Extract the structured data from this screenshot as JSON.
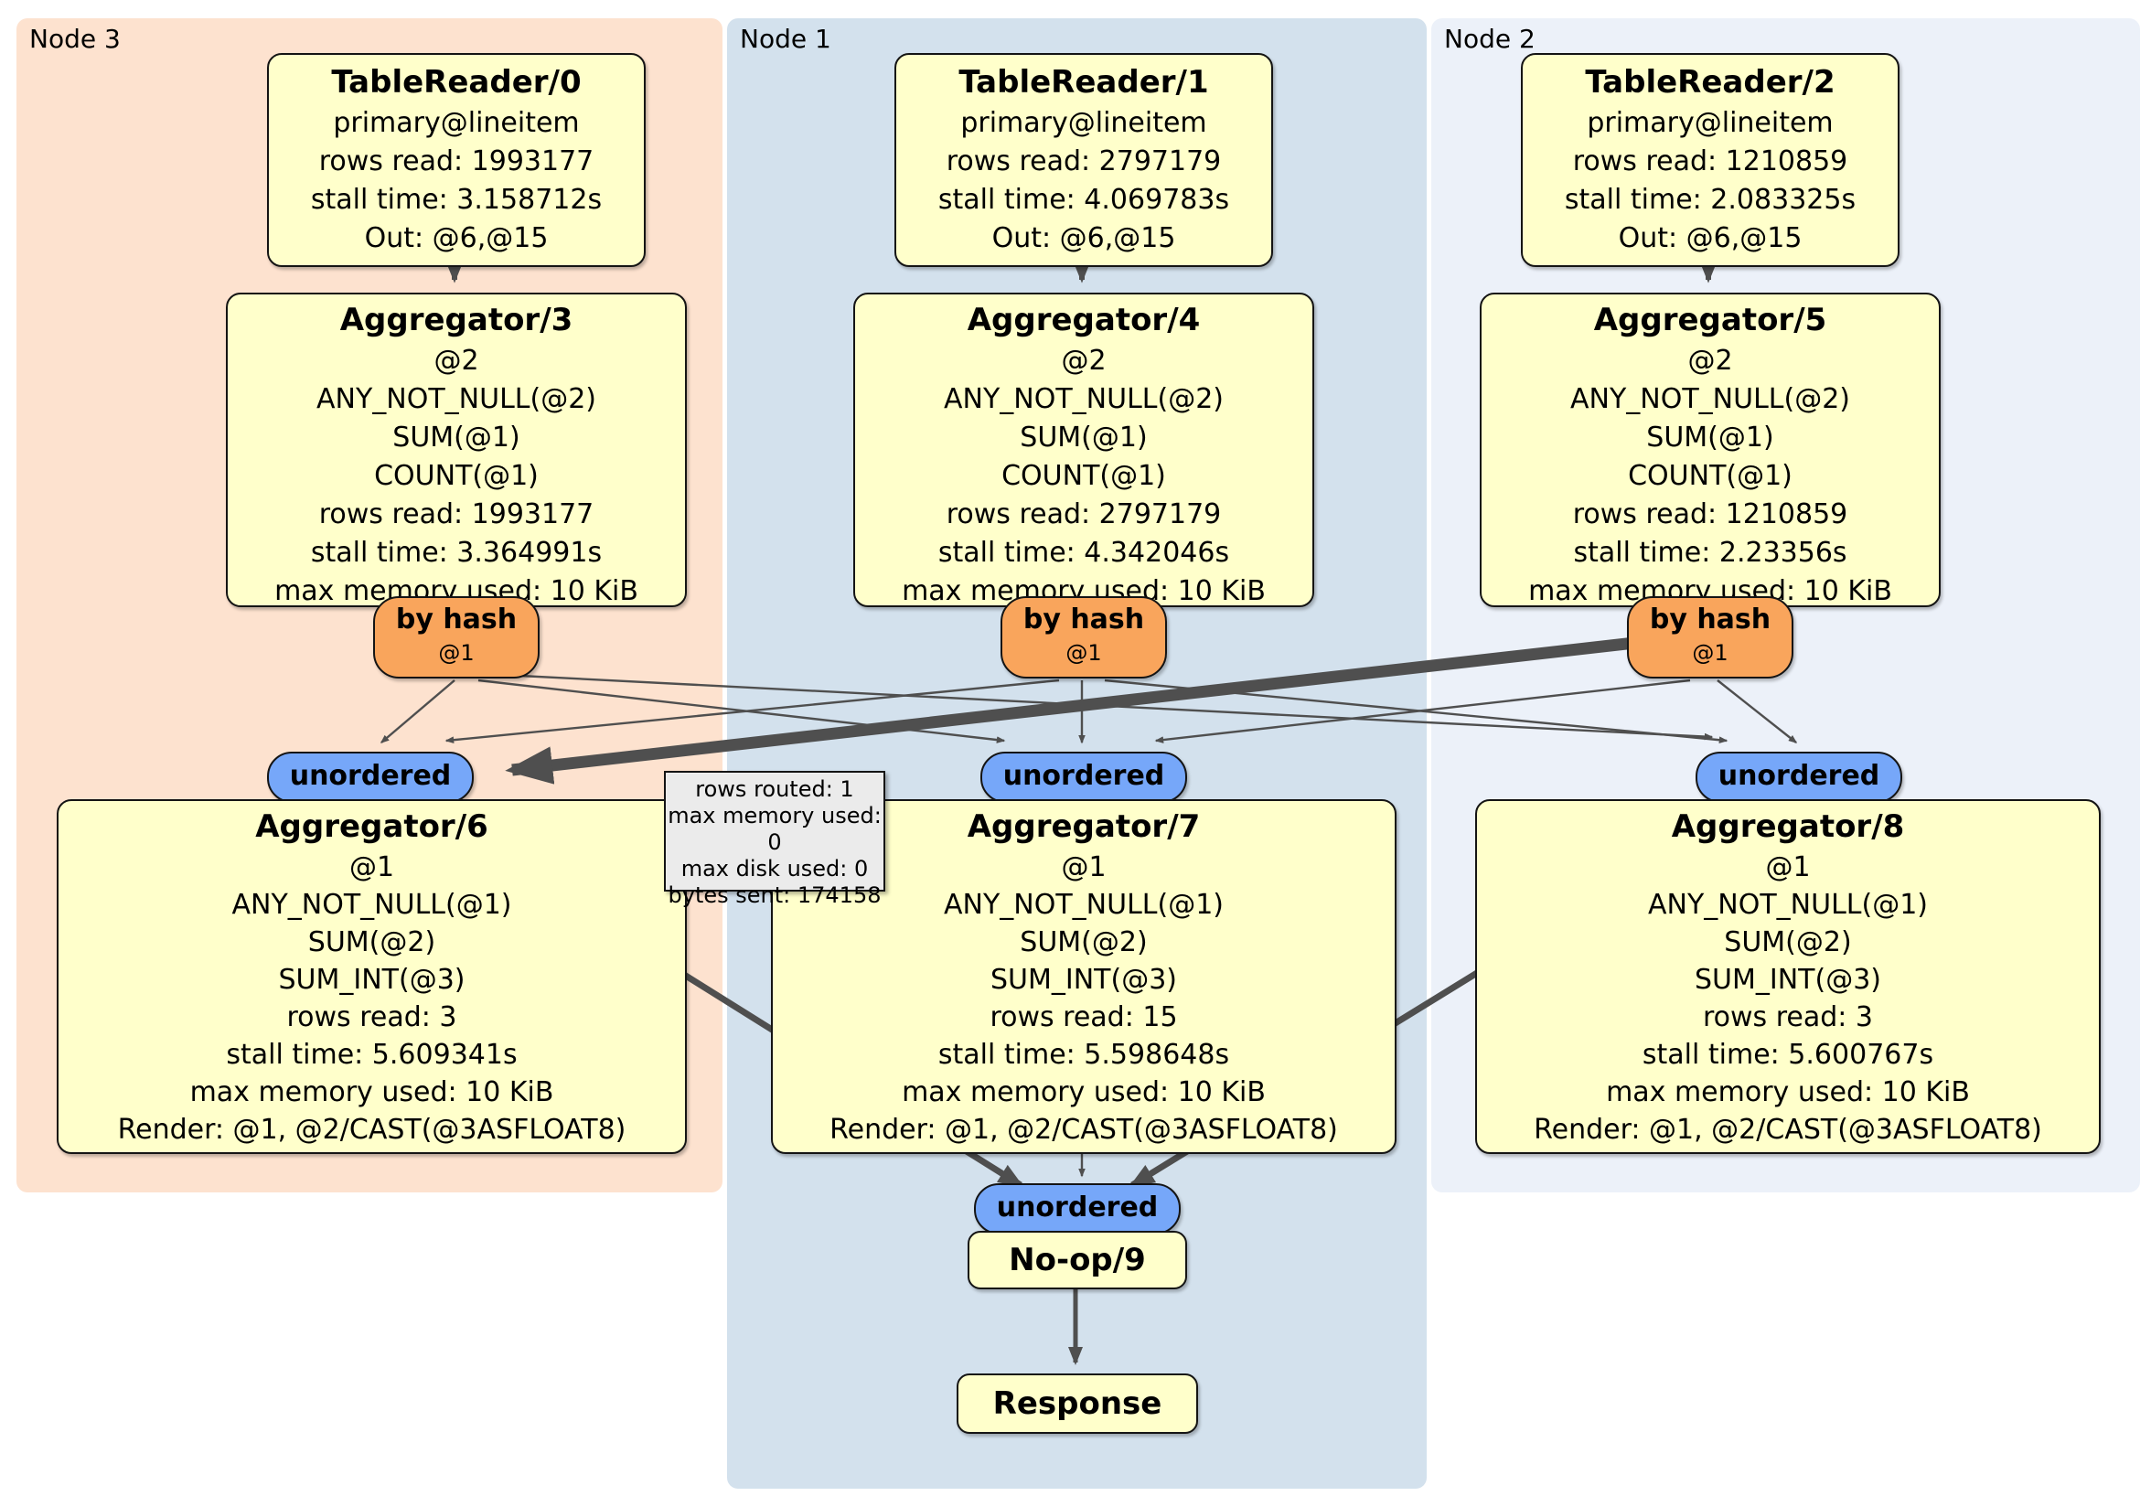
{
  "colors": {
    "panel_node3": "#fde2cf",
    "panel_node1": "#d3e1ed",
    "panel_node2": "#ecf1f9",
    "box_fill": "#ffffcb",
    "router_fill": "#f9a55c",
    "stream_fill": "#76a7f9",
    "edge": "#4f4f4f",
    "tooltip_fill": "#ebebeb"
  },
  "nodes": [
    {
      "label": "Node 3",
      "table_reader": {
        "title": "TableReader/0",
        "lines": [
          "primary@lineitem",
          "rows read: 1993177",
          "stall time: 3.158712s",
          "Out: @6,@15"
        ]
      },
      "aggregator_top": {
        "title": "Aggregator/3",
        "lines": [
          "@2",
          "ANY_NOT_NULL(@2)",
          "SUM(@1)",
          "COUNT(@1)",
          "rows read: 1993177",
          "stall time: 3.364991s",
          "max memory used: 10 KiB"
        ]
      },
      "router": {
        "label": "by hash",
        "sub": "@1"
      },
      "stream": {
        "label": "unordered"
      },
      "aggregator_bottom": {
        "title": "Aggregator/6",
        "lines": [
          "@1",
          "ANY_NOT_NULL(@1)",
          "SUM(@2)",
          "SUM_INT(@3)",
          "rows read: 3",
          "stall time: 5.609341s",
          "max memory used: 10 KiB",
          "Render: @1, @2/CAST(@3ASFLOAT8)"
        ]
      }
    },
    {
      "label": "Node 1",
      "table_reader": {
        "title": "TableReader/1",
        "lines": [
          "primary@lineitem",
          "rows read: 2797179",
          "stall time: 4.069783s",
          "Out: @6,@15"
        ]
      },
      "aggregator_top": {
        "title": "Aggregator/4",
        "lines": [
          "@2",
          "ANY_NOT_NULL(@2)",
          "SUM(@1)",
          "COUNT(@1)",
          "rows read: 2797179",
          "stall time: 4.342046s",
          "max memory used: 10 KiB"
        ]
      },
      "router": {
        "label": "by hash",
        "sub": "@1"
      },
      "stream": {
        "label": "unordered"
      },
      "aggregator_bottom": {
        "title": "Aggregator/7",
        "lines": [
          "@1",
          "ANY_NOT_NULL(@1)",
          "SUM(@2)",
          "SUM_INT(@3)",
          "rows read: 15",
          "stall time: 5.598648s",
          "max memory used: 10 KiB",
          "Render: @1, @2/CAST(@3ASFLOAT8)"
        ]
      }
    },
    {
      "label": "Node 2",
      "table_reader": {
        "title": "TableReader/2",
        "lines": [
          "primary@lineitem",
          "rows read: 1210859",
          "stall time: 2.083325s",
          "Out: @6,@15"
        ]
      },
      "aggregator_top": {
        "title": "Aggregator/5",
        "lines": [
          "@2",
          "ANY_NOT_NULL(@2)",
          "SUM(@1)",
          "COUNT(@1)",
          "rows read: 1210859",
          "stall time: 2.23356s",
          "max memory used: 10 KiB"
        ]
      },
      "router": {
        "label": "by hash",
        "sub": "@1"
      },
      "stream": {
        "label": "unordered"
      },
      "aggregator_bottom": {
        "title": "Aggregator/8",
        "lines": [
          "@1",
          "ANY_NOT_NULL(@1)",
          "SUM(@2)",
          "SUM_INT(@3)",
          "rows read: 3",
          "stall time: 5.600767s",
          "max memory used: 10 KiB",
          "Render: @1, @2/CAST(@3ASFLOAT8)"
        ]
      }
    }
  ],
  "tooltip": {
    "lines": [
      "rows routed: 1",
      "max memory used: 0",
      "max disk used: 0",
      "bytes sent: 174158"
    ]
  },
  "sink": {
    "stream": "unordered",
    "noop": "No-op/9",
    "response": "Response"
  }
}
